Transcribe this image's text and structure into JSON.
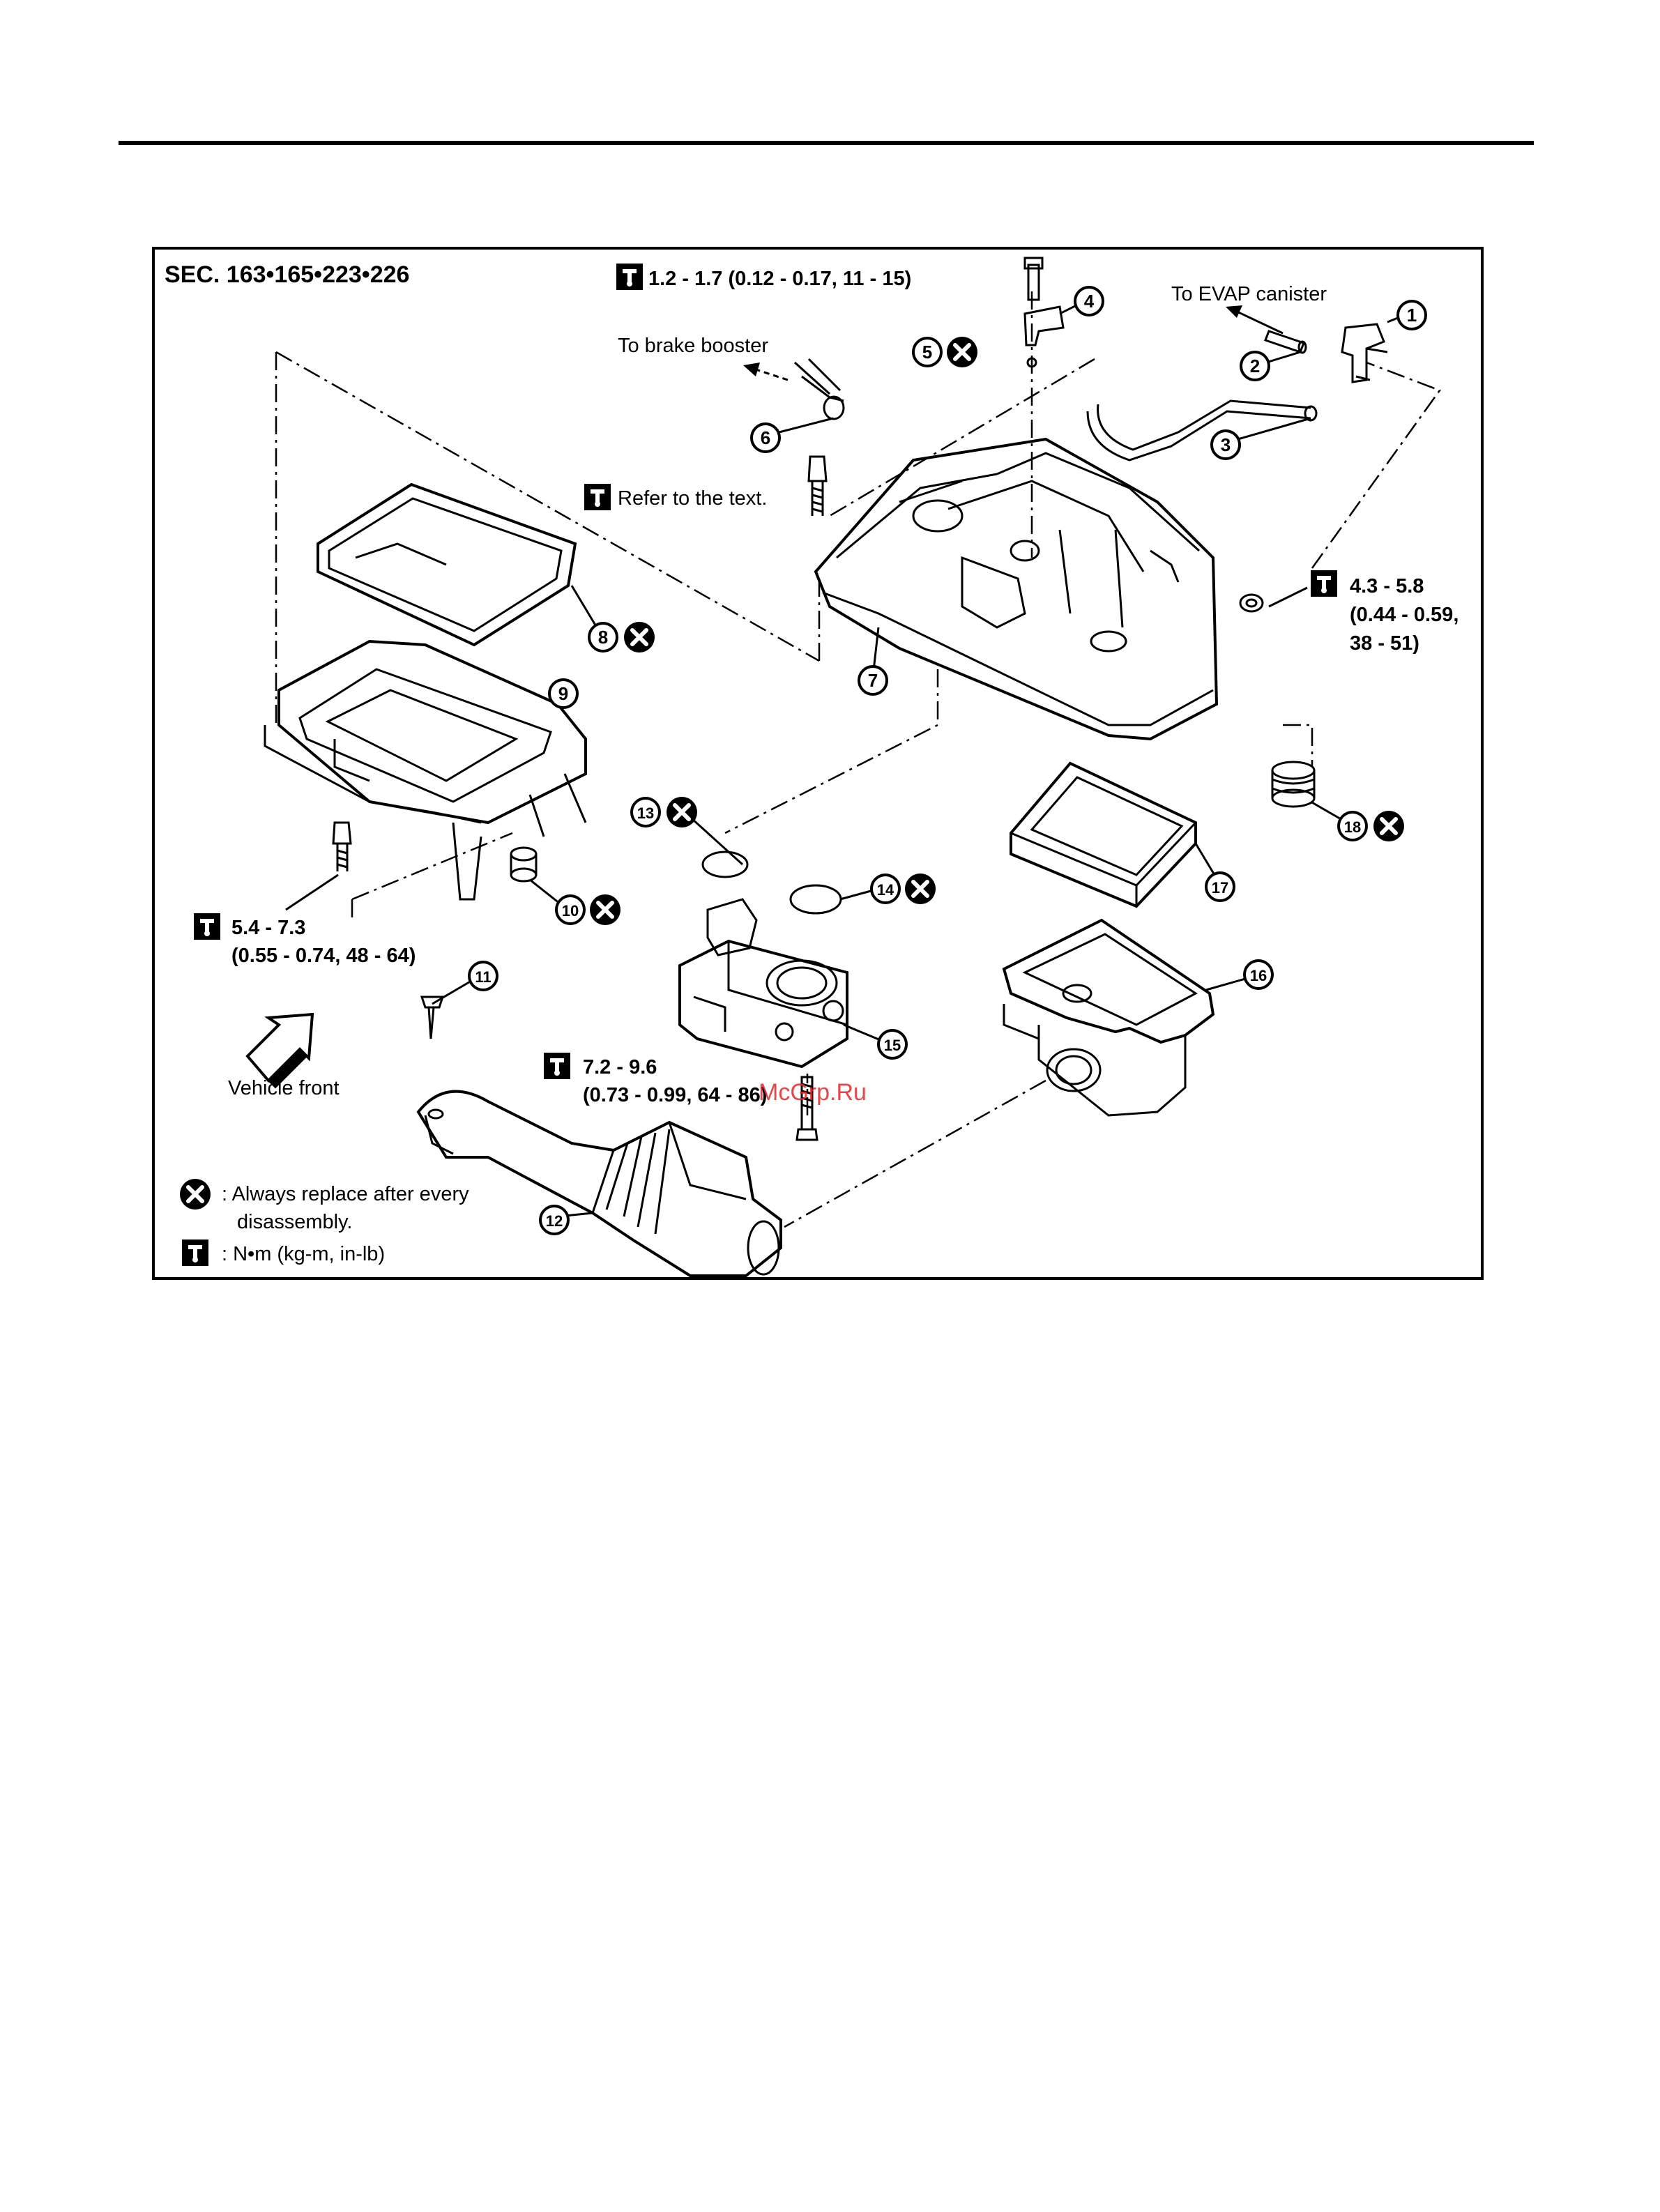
{
  "diagram": {
    "section": "SEC. 163•165•223•226",
    "torques": {
      "t1": "1.2 - 1.7 (0.12 - 0.17, 11 - 15)",
      "t2": "Refer to the text.",
      "t3_line1": "4.3 - 5.8",
      "t3_line2": "(0.44 - 0.59,",
      "t3_line3": "38 - 51)",
      "t4_line1": "5.4 - 7.3",
      "t4_line2": "(0.55 - 0.74, 48 - 64)",
      "t5_line1": "7.2 - 9.6",
      "t5_line2": "(0.73 - 0.99, 64 - 86)"
    },
    "annotations": {
      "evap": "To EVAP canister",
      "brake": "To brake booster",
      "vehicle_front": "Vehicle front"
    },
    "legend": {
      "replace_line1": ": Always replace after every",
      "replace_line2": "disassembly.",
      "unit": ": N•m (kg-m, in-lb)"
    },
    "callouts": [
      "1",
      "2",
      "3",
      "4",
      "5",
      "6",
      "7",
      "8",
      "9",
      "10",
      "11",
      "12",
      "13",
      "14",
      "15",
      "16",
      "17",
      "18"
    ],
    "watermark": "McGrp.Ru"
  },
  "colors": {
    "ink": "#000000",
    "watermark": "#e0282a"
  },
  "icons": [
    "torque-wrench-icon",
    "replace-x-icon",
    "arrow-icon"
  ]
}
